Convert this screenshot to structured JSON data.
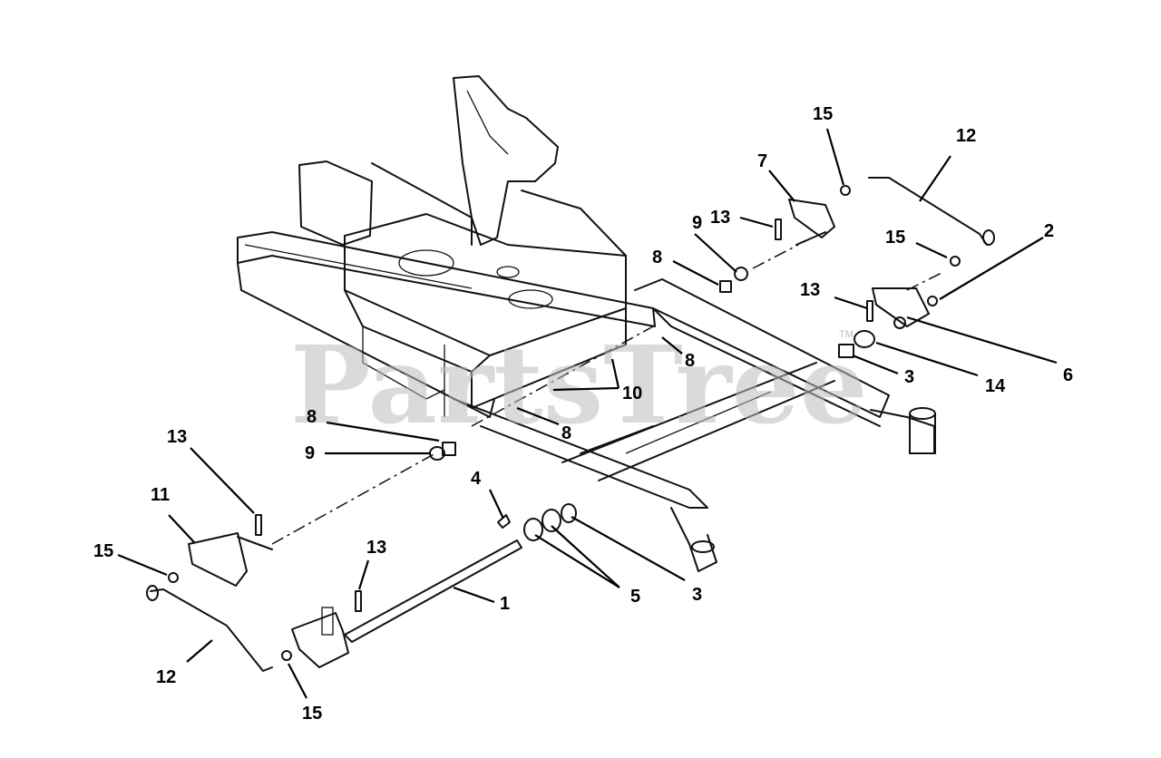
{
  "diagram": {
    "watermark": "PartsTree",
    "watermark_mark": "TM",
    "callouts": {
      "c1": "1",
      "c2": "2",
      "c3a": "3",
      "c3b": "3",
      "c4": "4",
      "c5": "5",
      "c6": "6",
      "c7": "7",
      "c8a": "8",
      "c8b": "8",
      "c8c": "8",
      "c8d": "8",
      "c9a": "9",
      "c9b": "9",
      "c10": "10",
      "c11": "11",
      "c12a": "12",
      "c12b": "12",
      "c13a": "13",
      "c13b": "13",
      "c13c": "13",
      "c13d": "13",
      "c14": "14",
      "c15a": "15",
      "c15b": "15",
      "c15c": "15",
      "c15d": "15"
    }
  }
}
